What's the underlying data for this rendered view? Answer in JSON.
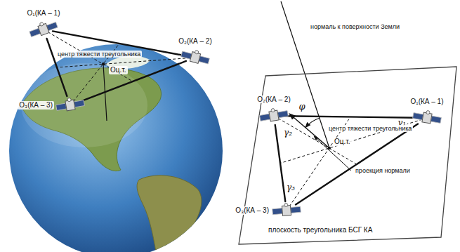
{
  "diagram": {
    "nodes": [
      {
        "text": [
          "O₁(КА – 1)"
        ]
      },
      {
        "text": [
          "O₂(КА – 2)"
        ]
      },
      {
        "text": [
          "O₃(КА – 3)"
        ]
      },
      {
        "text": [
          "плоскость треугольника БСГ КА"
        ]
      },
      {
        "text": [
          "O₂(КА – 2)"
        ],
        "in": 3
      },
      {
        "text": [
          "O₁(КА – 1)"
        ],
        "in": 3
      },
      {
        "text": [
          "O₃(КА – 3)"
        ],
        "in": 3
      }
    ],
    "edges": [
      {
        "from": 0,
        "to": 1,
        "arrow": "none"
      },
      {
        "from": 1,
        "to": 2,
        "arrow": "none"
      },
      {
        "from": 2,
        "to": 0,
        "arrow": "none"
      },
      {
        "from": 4,
        "to": 5,
        "arrow": "none"
      },
      {
        "from": 5,
        "to": 6,
        "arrow": "none"
      },
      {
        "from": 6,
        "to": 4,
        "arrow": "none"
      }
    ],
    "labels": [
      "центр тяжести треугольника",
      "Oц.т.",
      "нормаль к поверхности Земли",
      "φ",
      "γ₁",
      "γ₂",
      "γ₃",
      "Oц.т.",
      "центр тяжести треугольника",
      "проекция нормали"
    ]
  }
}
